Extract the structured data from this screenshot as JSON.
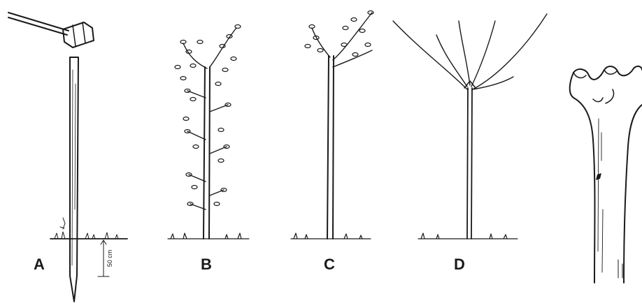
{
  "panels": [
    {
      "id": "A",
      "label": "A"
    },
    {
      "id": "B",
      "label": "B"
    },
    {
      "id": "C",
      "label": "C"
    },
    {
      "id": "D",
      "label": "D"
    }
  ],
  "depth_annotation": "50 cm",
  "colors": {
    "ink": "#1a1a1a",
    "background": "#ffffff"
  },
  "icons": [
    "sledgehammer-icon",
    "stake",
    "tree-outline"
  ]
}
